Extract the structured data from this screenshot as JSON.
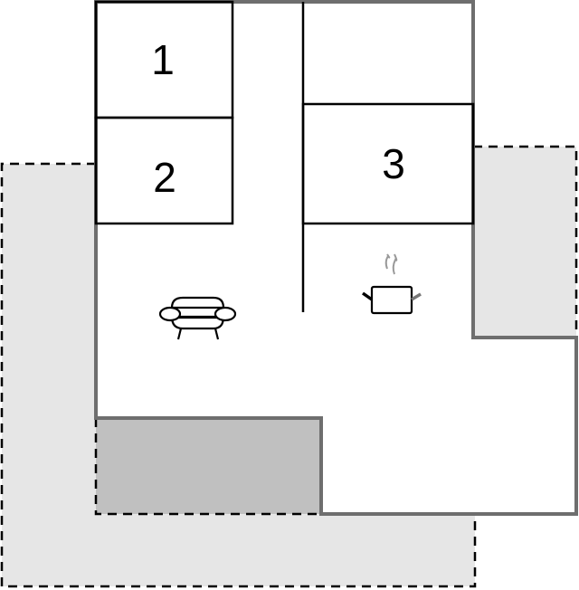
{
  "floorplan": {
    "rooms": [
      {
        "label": "1"
      },
      {
        "label": "2"
      },
      {
        "label": "3"
      }
    ],
    "icons": [
      "sofa-icon",
      "cooking-pot-icon"
    ],
    "colors": {
      "terrace_light": "#e6e6e6",
      "terrace_dark": "#c0c0c0",
      "outer_wall": "#6e6e6e",
      "inner_wall": "#000000"
    }
  }
}
